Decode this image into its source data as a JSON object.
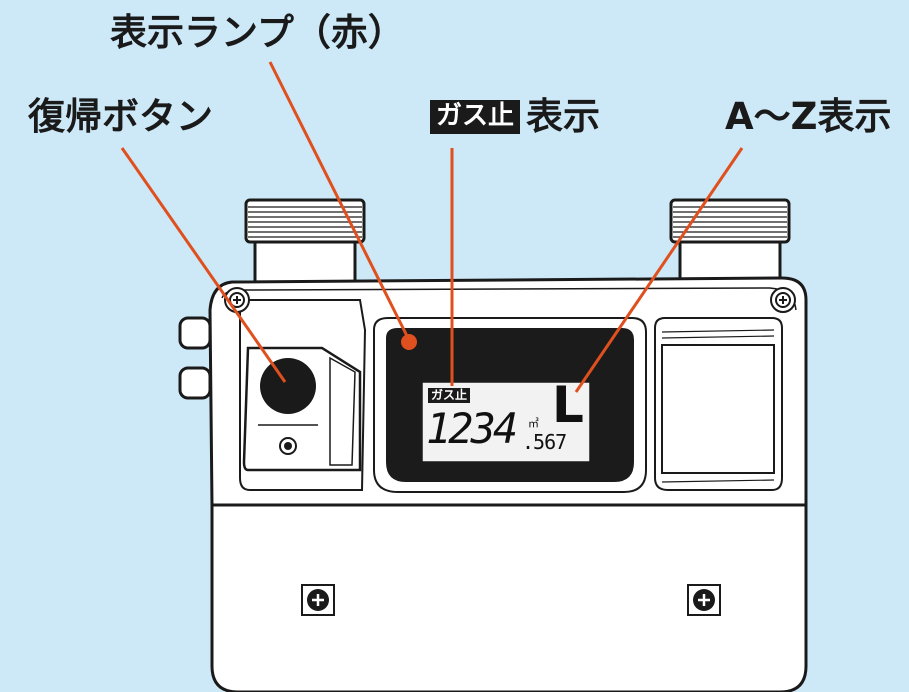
{
  "labels": {
    "lamp": "表示ランプ（赤）",
    "reset_button": "復帰ボタン",
    "gas_stop_badge": "ガス止",
    "gas_stop_suffix": "表示",
    "az_display": "A～Z表示"
  },
  "lcd": {
    "tag": "ガス止",
    "digits": "1234",
    "unit": "㎥",
    "decimal": ".567",
    "letter": "L"
  },
  "colors": {
    "background": "#cde9f8",
    "leader_line": "#e0501e",
    "lamp": "#e0501e",
    "meter_body": "#ffffff",
    "outline": "#1a1a1a"
  }
}
